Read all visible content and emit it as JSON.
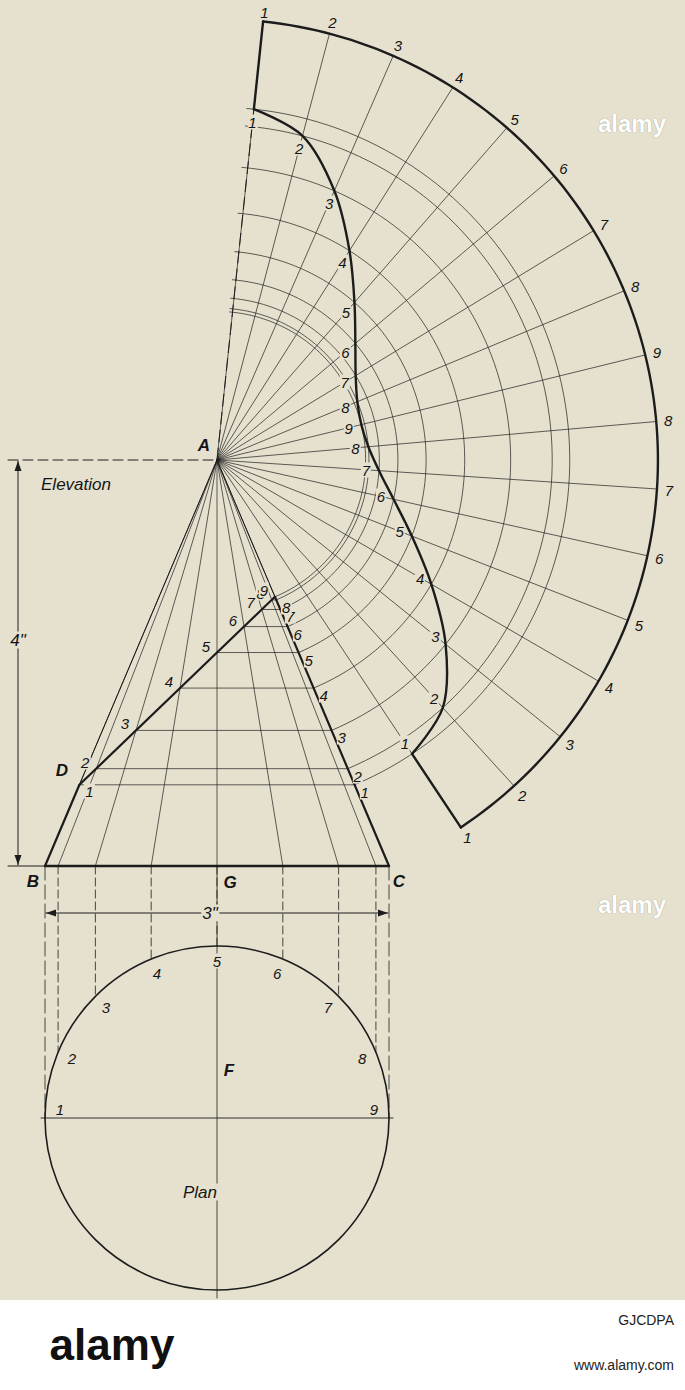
{
  "diagram": {
    "labels": [
      "1",
      "2",
      "3",
      "4",
      "5",
      "6",
      "7",
      "8",
      "9",
      "8",
      "7",
      "6",
      "5",
      "4",
      "3",
      "2",
      "1",
      "1",
      "2",
      "3",
      "4",
      "5",
      "6",
      "7",
      "8",
      "9",
      "8",
      "7",
      "6",
      "5",
      "4",
      "3",
      "2",
      "1",
      "A",
      "Elevation",
      "4\"",
      "1",
      "2",
      "3",
      "4",
      "5",
      "6",
      "7",
      "8",
      "9",
      "1",
      "2",
      "3",
      "4",
      "5",
      "6",
      "7",
      "8",
      "D",
      "B",
      "G",
      "C",
      "3\"",
      "1",
      "2",
      "3",
      "4",
      "5",
      "6",
      "7",
      "8",
      "9",
      "F",
      "Plan",
      "alamy",
      "alamy",
      "alamy",
      "GJCDPA",
      "www.alamy.com"
    ]
  }
}
